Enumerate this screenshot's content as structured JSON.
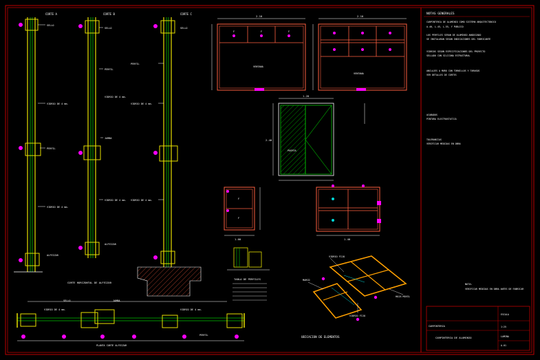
{
  "colors": {
    "background": "#000000",
    "frame": "#c00000",
    "profile": "#e8e000",
    "glass": "#00c000",
    "dim": "#00d8d8",
    "wall": "#ff6040",
    "text": "#ffffff",
    "marker": "#ff00ff",
    "panel": "#ffa000"
  },
  "sections": {
    "label_a": "CORTE A",
    "label_b": "CORTE B",
    "label_c": "CORTE C",
    "horizontal_title": "CORTE HORIZONTAL DE ALFEIZAR",
    "plan_title": "PLANTA CORTE ALFEIZAR",
    "note_glass": "VIDRIO DE 4 mm.",
    "note_profile": "PERFIL",
    "note_jamb": "JAMBA",
    "note_sill": "ALFEIZAR",
    "note_seal": "SELLO"
  },
  "elevations": {
    "top_left_dim": "2.10",
    "top_right_dim": "2.10",
    "top_left_label": "VENTANA",
    "top_right_label": "VENTANA",
    "bottom_left_dim": "1.00",
    "bottom_right_dim": "1.40",
    "door_dim_w": "1.20",
    "door_dim_h": "2.40",
    "door_label": "PUERTA",
    "panel_letter": "F",
    "iso_title": "UBICACION DE ELEMENTOS",
    "iso_note_1": "VIDRIO FIJO",
    "iso_note_2": "MARCO",
    "iso_note_3": "HOJA MOVIL",
    "iso_note_4": "VIDRIO FIJO",
    "table_title": "TABLA DE PERFILES"
  },
  "notes": {
    "title": "NOTAS GENERALES",
    "lines": [
      "CARPINTERIA DE ALUMINIO COMO SISTEMA ARQUITECTONICO",
      "A-40, L-45, L-55, Y PUBLICO",
      "LOS PERFILES SERAN DE ALUMINIO ANODIZADO",
      "SE INSTALARAN SEGUN INDICACIONES DEL FABRICANTE",
      "VIDRIOS SEGUN ESPECIFICACIONES DEL PROYECTO",
      "SELLADO CON SILICONA ESTRUCTURAL",
      "ANCLAJES A MURO CON TORNILLOS Y TARUGOS",
      "VER DETALLES DE CORTES",
      "ACABADOS",
      "PINTURA ELECTROSTATICA",
      "TOLERANCIAS",
      "VERIFICAR MEDIDAS EN OBRA"
    ],
    "footer_label": "NOTA:",
    "footer_text": "VERIFICAR MEDIDAS EN OBRA ANTES DE FABRICAR"
  },
  "title_block": {
    "project": "CARPINTERIA",
    "subtitle": "CARPINTERIA DE ALUMINIO",
    "scale_label": "ESCALA",
    "scale_value": "1:25",
    "sheet_label": "LAMINA",
    "sheet_value": "A-01"
  }
}
